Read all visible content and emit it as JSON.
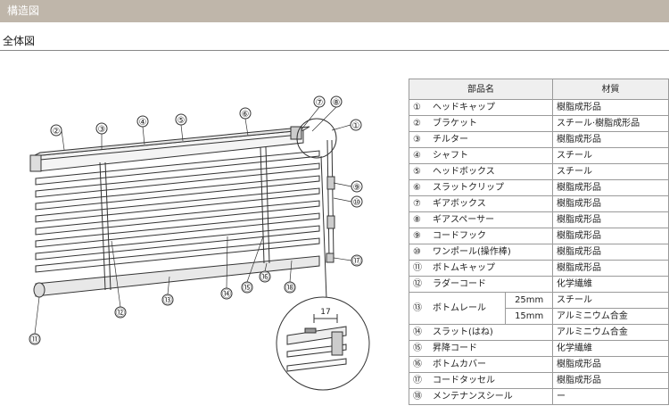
{
  "header": {
    "title": "構造図"
  },
  "section": {
    "subtitle": "全体図"
  },
  "diagram": {
    "callouts": [
      "②",
      "③",
      "④",
      "⑤",
      "⑥",
      "⑦",
      "⑧",
      "①",
      "⑨",
      "⑩",
      "⑰",
      "⑪",
      "⑫",
      "⑬",
      "⑭",
      "⑮",
      "⑯",
      "⑱"
    ],
    "dimension": "17"
  },
  "table": {
    "headers": [
      "部品名",
      "材質"
    ],
    "rows": [
      {
        "num": "①",
        "name": "ヘッドキャップ",
        "material": "樹脂成形品"
      },
      {
        "num": "②",
        "name": "ブラケット",
        "material": "スチール·樹脂成形品"
      },
      {
        "num": "③",
        "name": "チルター",
        "material": "樹脂成形品"
      },
      {
        "num": "④",
        "name": "シャフト",
        "material": "スチール"
      },
      {
        "num": "⑤",
        "name": "ヘッドボックス",
        "material": "スチール"
      },
      {
        "num": "⑥",
        "name": "スラットクリップ",
        "material": "樹脂成形品"
      },
      {
        "num": "⑦",
        "name": "ギアボックス",
        "material": "樹脂成形品"
      },
      {
        "num": "⑧",
        "name": "ギアスペーサー",
        "material": "樹脂成形品"
      },
      {
        "num": "⑨",
        "name": "コードフック",
        "material": "樹脂成形品"
      },
      {
        "num": "⑩",
        "name": "ワンポール(操作棒)",
        "material": "樹脂成形品"
      },
      {
        "num": "⑪",
        "name": "ボトムキャップ",
        "material": "樹脂成形品"
      },
      {
        "num": "⑫",
        "name": "ラダーコード",
        "material": "化学繊維"
      }
    ],
    "bottom_rail": {
      "num": "⑬",
      "name": "ボトムレール",
      "variants": [
        {
          "size": "25mm",
          "material": "スチール"
        },
        {
          "size": "15mm",
          "material": "アルミニウム合金"
        }
      ]
    },
    "rows_after": [
      {
        "num": "⑭",
        "name": "スラット(はね)",
        "material": "アルミニウム合金"
      },
      {
        "num": "⑮",
        "name": "昇降コード",
        "material": "化学繊維"
      },
      {
        "num": "⑯",
        "name": "ボトムカバー",
        "material": "樹脂成形品"
      },
      {
        "num": "⑰",
        "name": "コードタッセル",
        "material": "樹脂成形品"
      },
      {
        "num": "⑱",
        "name": "メンテナンスシール",
        "material": "ー"
      }
    ]
  }
}
